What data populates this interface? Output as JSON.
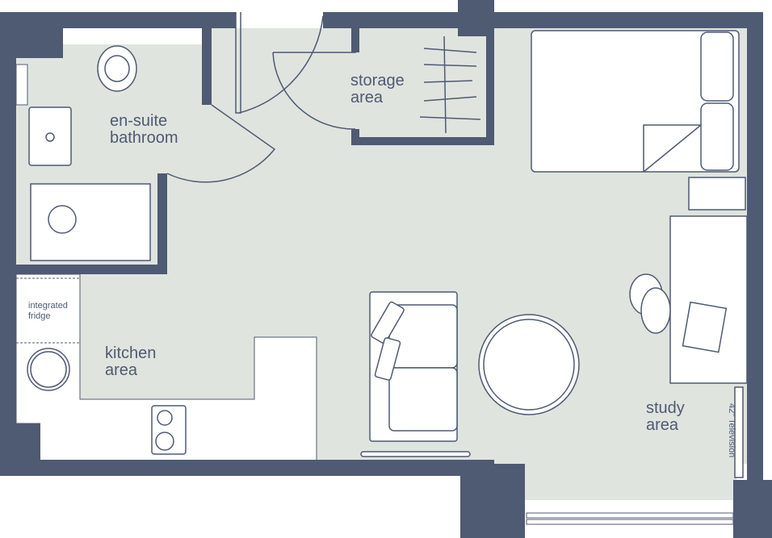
{
  "colors": {
    "wall": "#4f5a73",
    "floor": "#dfe4de",
    "line": "#4f5a73"
  },
  "rooms": {
    "bathroom": [
      "en-suite",
      "bathroom"
    ],
    "storage": [
      "storage",
      "area"
    ],
    "kitchen": [
      "kitchen",
      "area"
    ],
    "study": [
      "study",
      "area"
    ]
  },
  "fixtures": {
    "fridge": [
      "integrated",
      "fridge"
    ],
    "tv": "42\" Television"
  }
}
